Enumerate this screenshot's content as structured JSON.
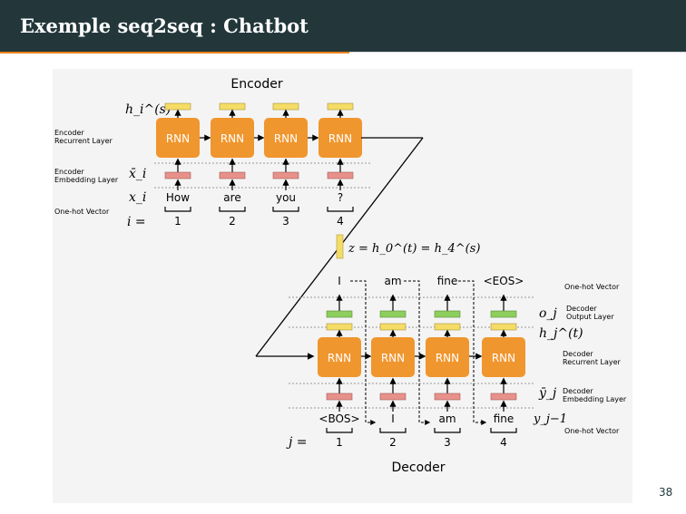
{
  "slide": {
    "title": "Exemple seq2seq : Chatbot",
    "page_number": "38"
  },
  "colors": {
    "header_bg": "#23373b",
    "accent": "#eb811b",
    "rnn": "#f0962e",
    "hidden_bar": "#f4dc66",
    "embed_bar": "#e8908a",
    "output_bar": "#8ccf5c"
  },
  "encoder": {
    "title": "Encoder",
    "hidden_label": "h_i^(s)",
    "embed_label": "x̄_i",
    "input_label": "x_i",
    "index_label": "i =",
    "recurrent_layer": [
      "Encoder",
      "Recurrent Layer"
    ],
    "embedding_layer": [
      "Encoder",
      "Embedding Layer"
    ],
    "onehot_layer": "One-hot Vector",
    "rnn_label": "RNN",
    "tokens": [
      "How",
      "are",
      "you",
      "?"
    ],
    "indices": [
      "1",
      "2",
      "3",
      "4"
    ]
  },
  "context": {
    "label": "z = h_0^(t) = h_4^(s)"
  },
  "decoder": {
    "title": "Decoder",
    "output_label": "o_j",
    "hidden_label": "h_j^(t)",
    "embed_label": "ȳ_j",
    "input_label": "y_j−1",
    "index_label": "j =",
    "onehot_top": "One-hot Vector",
    "output_layer": [
      "Decoder",
      "Output Layer"
    ],
    "recurrent_layer": [
      "Decoder",
      "Recurrent Layer"
    ],
    "embedding_layer": [
      "Decoder",
      "Embedding Layer"
    ],
    "onehot_bottom": "One-hot Vector",
    "rnn_label": "RNN",
    "outputs": [
      "I",
      "am",
      "fine",
      "<EOS>"
    ],
    "inputs": [
      "<BOS>",
      "I",
      "am",
      "fine"
    ],
    "indices": [
      "1",
      "2",
      "3",
      "4"
    ]
  }
}
